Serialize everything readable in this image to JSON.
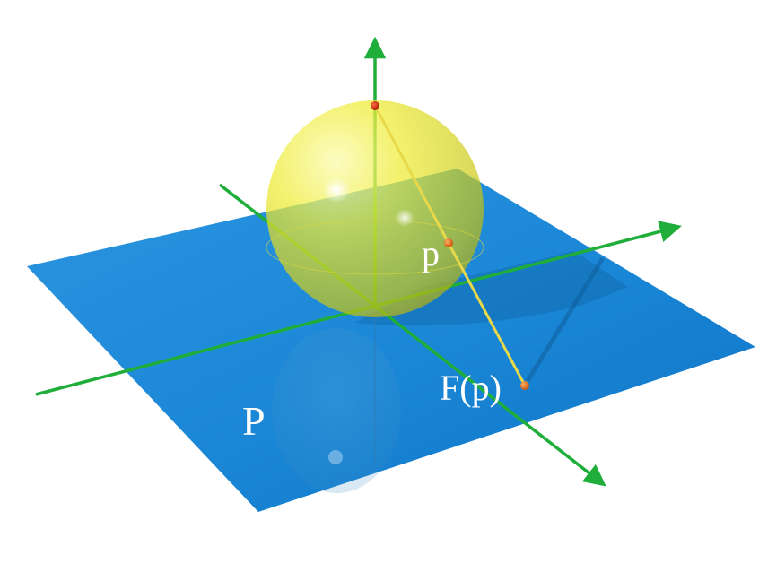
{
  "labels": {
    "plane": "P",
    "point": "p",
    "image_point": "F(p)"
  },
  "colors": {
    "plane": "#1e86d4",
    "sphere": "#f0ee2a",
    "axis": "#1fae3a",
    "segment": "#e8d84a",
    "point": "#e06a1a",
    "north_pole": "#c81e0a"
  }
}
